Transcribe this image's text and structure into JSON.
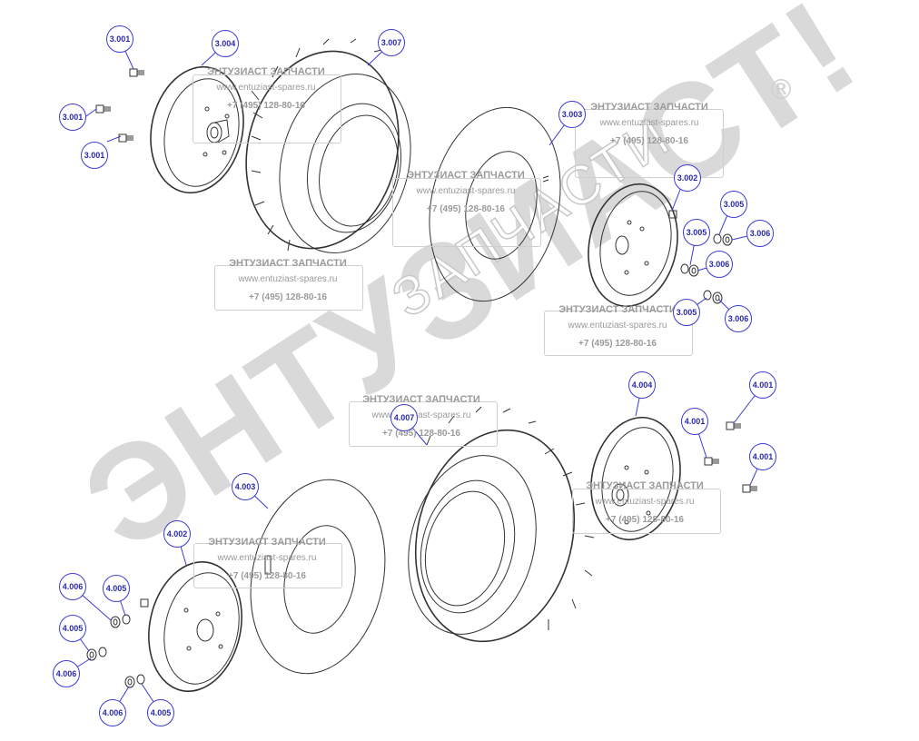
{
  "watermark": {
    "brand_big": "ЭНТУЗИАСТ!",
    "brand_mid": "ЗАПЧАСТИ",
    "registered_mark": "®",
    "line1": "ЭНТУЗИАСТ ЗАПЧАСТИ",
    "line2": "www.entuziast-spares.ru",
    "line3": "+7 (495) 128-80-16"
  },
  "part_labels": {
    "p3001a": "3.001",
    "p3001b": "3.001",
    "p3001c": "3.001",
    "p3002": "3.002",
    "p3003": "3.003",
    "p3004": "3.004",
    "p3005a": "3.005",
    "p3005b": "3.005",
    "p3005c": "3.005",
    "p3006a": "3.006",
    "p3006b": "3.006",
    "p3006c": "3.006",
    "p3007": "3.007",
    "p4001a": "4.001",
    "p4001b": "4.001",
    "p4001c": "4.001",
    "p4002": "4.002",
    "p4003": "4.003",
    "p4004": "4.004",
    "p4005a": "4.005",
    "p4005b": "4.005",
    "p4005c": "4.005",
    "p4006a": "4.006",
    "p4006b": "4.006",
    "p4006c": "4.006",
    "p4007": "4.007"
  },
  "colors": {
    "label_border": "#3b3bd6",
    "label_text": "#2a2aa8",
    "line": "#333333",
    "watermark": "#9a9a9a"
  }
}
